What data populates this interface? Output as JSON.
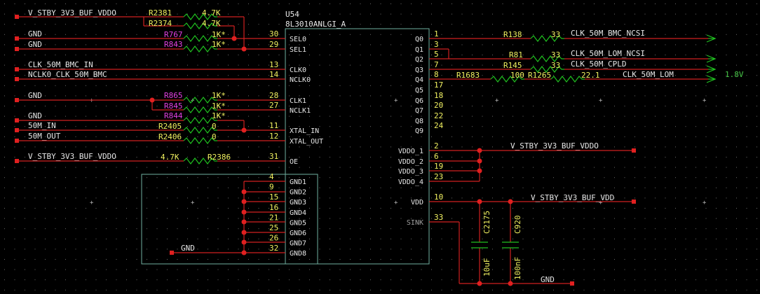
{
  "part": {
    "ref": "U54",
    "value": "8L3010ANLGI_A"
  },
  "left_pins": [
    {
      "num": "30",
      "name": "SEL0"
    },
    {
      "num": "29",
      "name": "SEL1"
    },
    {
      "num": "13",
      "name": "CLK0"
    },
    {
      "num": "14",
      "name": "NCLK0"
    },
    {
      "num": "28",
      "name": "CLK1"
    },
    {
      "num": "27",
      "name": "NCLK1"
    },
    {
      "num": "11",
      "name": "XTAL_IN"
    },
    {
      "num": "12",
      "name": "XTAL_OUT"
    },
    {
      "num": "31",
      "name": "OE"
    }
  ],
  "gnd_pins": [
    {
      "num": "4",
      "name": "GND1"
    },
    {
      "num": "9",
      "name": "GND2"
    },
    {
      "num": "15",
      "name": "GND3"
    },
    {
      "num": "16",
      "name": "GND4"
    },
    {
      "num": "21",
      "name": "GND5"
    },
    {
      "num": "25",
      "name": "GND6"
    },
    {
      "num": "26",
      "name": "GND7"
    },
    {
      "num": "32",
      "name": "GND8"
    }
  ],
  "right_pins": [
    {
      "num": "1",
      "name": "Q0"
    },
    {
      "num": "3",
      "name": "Q1"
    },
    {
      "num": "5",
      "name": "Q2"
    },
    {
      "num": "7",
      "name": "Q3"
    },
    {
      "num": "8",
      "name": "Q4"
    },
    {
      "num": "17",
      "name": "Q5"
    },
    {
      "num": "18",
      "name": "Q6"
    },
    {
      "num": "20",
      "name": "Q7"
    },
    {
      "num": "22",
      "name": "Q8"
    },
    {
      "num": "24",
      "name": "Q9"
    },
    {
      "num": "2",
      "name": "VDDO_1"
    },
    {
      "num": "6",
      "name": "VDDO_2"
    },
    {
      "num": "19",
      "name": "VDDO_3"
    },
    {
      "num": "23",
      "name": "VDDO_4"
    },
    {
      "num": "10",
      "name": "VDD"
    },
    {
      "num": "33",
      "name": "SINK"
    }
  ],
  "nets_left": {
    "vstby_top": "V_STBY_3V3_BUF_VDDO",
    "gnd1": "GND",
    "gnd2": "GND",
    "clk_bmc": "CLK_50M_BMC_IN",
    "nclk_bmc": "NCLK0_CLK_50M_BMC",
    "gnd3": "GND",
    "gnd4": "GND",
    "in50": "50M_IN",
    "out50": "50M_OUT",
    "vstby_oe": "V_STBY_3V3_BUF_VDDO",
    "gnd_box": "GND"
  },
  "resistors_left": {
    "r2381": {
      "ref": "R2381",
      "val": "4.7K"
    },
    "r2374": {
      "ref": "R2374",
      "val": "4.7K"
    },
    "r767": {
      "ref": "R767",
      "val": "1K*"
    },
    "r843": {
      "ref": "R843",
      "val": "1K*"
    },
    "r865": {
      "ref": "R865",
      "val": "1K*"
    },
    "r845": {
      "ref": "R845",
      "val": "1K*"
    },
    "r844": {
      "ref": "R844",
      "val": "1K*"
    },
    "r2405": {
      "ref": "R2405",
      "val": "0"
    },
    "r2406": {
      "ref": "R2406",
      "val": "0"
    },
    "r2386": {
      "ref": "R2386",
      "val": "4.7K"
    }
  },
  "outputs": {
    "r138": {
      "ref": "R138",
      "val": "33",
      "net": "CLK_50M_BMC_NCSI"
    },
    "r81": {
      "ref": "R81",
      "val": "33",
      "net": "CLK_50M_LOM_NCSI"
    },
    "r145": {
      "ref": "R145",
      "val": "33",
      "net": "CLK_50M_CPLD"
    },
    "r1683": {
      "ref": "R1683",
      "val": "100"
    },
    "r1265": {
      "ref": "R1265",
      "val": "22.1",
      "net": "CLK_50M_LOM"
    },
    "v18": "1.8V"
  },
  "power": {
    "vddo_net": "V_STBY_3V3_BUF_VDDO",
    "vdd_net": "V_STBY_3V3_BUF_VDD",
    "gnd_net": "GND"
  },
  "caps": {
    "c2175": {
      "ref": "C2175",
      "val": "10uF"
    },
    "c920": {
      "ref": "C920",
      "val": "100nF"
    }
  },
  "colors": {
    "background": "#000000",
    "wire": "#d02020",
    "component": "#20c020",
    "text": "#e6e6e6",
    "pin_text": "#f0f060",
    "ref_magenta": "#e040e0"
  }
}
